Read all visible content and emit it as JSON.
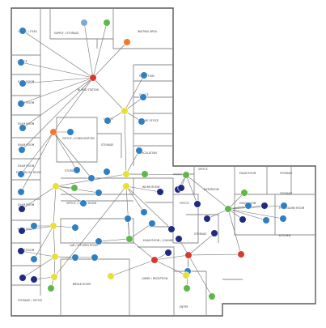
{
  "colors": {
    "background": "#ffffff",
    "wall": "#5a5a5a",
    "edge": "#6e6e6e",
    "node_red": "#d63a2e",
    "node_orange": "#f07a2a",
    "node_yellow": "#e8df3a",
    "node_green": "#5cb848",
    "node_blue": "#2f7fc1",
    "node_navy": "#1f2a80",
    "node_lightblue": "#7fa8d8"
  },
  "rooms": [
    {
      "id": "r1",
      "label": "OFFICE / FILES"
    },
    {
      "id": "r2",
      "label": "SUPPLY / STORAGE"
    },
    {
      "id": "r3",
      "label": "WAITING AREA"
    },
    {
      "id": "r4",
      "label": "OFFICE"
    },
    {
      "id": "r5",
      "label": "EXAM ROOM"
    },
    {
      "id": "r6",
      "label": "EXAM ROOM"
    },
    {
      "id": "r7",
      "label": "EXAM ROOM"
    },
    {
      "id": "r8",
      "label": "EXAM ROOM"
    },
    {
      "id": "r9",
      "label": "EXAM ROOM"
    },
    {
      "id": "r10",
      "label": "ELECTRICAL ROOM"
    },
    {
      "id": "r11",
      "label": "NURSE STATION"
    },
    {
      "id": "r12",
      "label": "OFFICE / CONSULTATION"
    },
    {
      "id": "r13",
      "label": "OFFICE"
    },
    {
      "id": "r14",
      "label": "STORAGE"
    },
    {
      "id": "r15",
      "label": "RECEPTION"
    },
    {
      "id": "r16",
      "label": "OFFICE"
    },
    {
      "id": "r17",
      "label": "PHONE OFFICE"
    },
    {
      "id": "r18",
      "label": "CIRCULATION"
    },
    {
      "id": "r19",
      "label": "STORAGE"
    },
    {
      "id": "r20",
      "label": "OFFICE / LUNCH ROOM"
    },
    {
      "id": "r21",
      "label": "EXAM ROOM"
    },
    {
      "id": "r22",
      "label": "EXAM ROOM"
    },
    {
      "id": "r23",
      "label": "EXAM ROOM"
    },
    {
      "id": "r24",
      "label": "STORAGE / OFFICE"
    },
    {
      "id": "r25",
      "label": "LAB / KITCHEN ROOM"
    },
    {
      "id": "r26",
      "label": "BREAK ROOM"
    },
    {
      "id": "r27",
      "label": "WORK ROOM"
    },
    {
      "id": "r28",
      "label": "OFFICE"
    },
    {
      "id": "r29",
      "label": "STORAGE"
    },
    {
      "id": "r30",
      "label": "EXAM ROOM / LOUNGE"
    },
    {
      "id": "r31",
      "label": "LOBBY / RECEPTION"
    },
    {
      "id": "r32",
      "label": "OFFICE"
    },
    {
      "id": "r33",
      "label": "EXAM ROOM"
    },
    {
      "id": "r34",
      "label": "EXAM ROOM"
    },
    {
      "id": "r35",
      "label": "STORAGE"
    },
    {
      "id": "r36",
      "label": "BATHROOM"
    },
    {
      "id": "r37",
      "label": "STORAGE"
    },
    {
      "id": "r38",
      "label": "PROCEDURE ROOM"
    },
    {
      "id": "r39",
      "label": "KITCHEN"
    },
    {
      "id": "r40",
      "label": "ENTRY"
    }
  ],
  "nodes": [
    {
      "id": "n1",
      "color": "node_blue"
    },
    {
      "id": "n2",
      "color": "node_lightblue"
    },
    {
      "id": "n3",
      "color": "node_green"
    },
    {
      "id": "n4",
      "color": "node_orange"
    },
    {
      "id": "n5",
      "color": "node_blue"
    },
    {
      "id": "n6",
      "color": "node_blue"
    },
    {
      "id": "n7",
      "color": "node_red"
    },
    {
      "id": "n8",
      "color": "node_blue"
    },
    {
      "id": "n9",
      "color": "node_blue"
    },
    {
      "id": "n10",
      "color": "node_blue"
    },
    {
      "id": "n11",
      "color": "node_yellow"
    },
    {
      "id": "n12",
      "color": "node_blue"
    },
    {
      "id": "n13",
      "color": "node_blue"
    },
    {
      "id": "n14",
      "color": "node_orange"
    },
    {
      "id": "n15",
      "color": "node_blue"
    },
    {
      "id": "n16",
      "color": "node_blue"
    },
    {
      "id": "n17",
      "color": "node_blue"
    },
    {
      "id": "n18",
      "color": "node_blue"
    },
    {
      "id": "n19",
      "color": "node_blue"
    },
    {
      "id": "n20",
      "color": "node_blue"
    },
    {
      "id": "n21",
      "color": "node_blue"
    },
    {
      "id": "n22",
      "color": "node_yellow"
    },
    {
      "id": "n23",
      "color": "node_green"
    },
    {
      "id": "n24",
      "color": "node_blue"
    },
    {
      "id": "n25",
      "color": "node_blue"
    },
    {
      "id": "n26",
      "color": "node_green"
    },
    {
      "id": "n27",
      "color": "node_yellow"
    },
    {
      "id": "n28",
      "color": "node_green"
    },
    {
      "id": "n29",
      "color": "node_blue"
    },
    {
      "id": "n30",
      "color": "node_blue"
    },
    {
      "id": "n31",
      "color": "node_navy"
    },
    {
      "id": "n32",
      "color": "node_yellow"
    },
    {
      "id": "n33",
      "color": "node_blue"
    },
    {
      "id": "n34",
      "color": "node_blue"
    },
    {
      "id": "n35",
      "color": "node_navy"
    },
    {
      "id": "n36",
      "color": "node_yellow"
    },
    {
      "id": "n37",
      "color": "node_blue"
    },
    {
      "id": "n38",
      "color": "node_navy"
    },
    {
      "id": "n39",
      "color": "node_blue"
    },
    {
      "id": "n40",
      "color": "node_navy"
    },
    {
      "id": "n41",
      "color": "node_yellow"
    },
    {
      "id": "n42",
      "color": "node_blue"
    },
    {
      "id": "n43",
      "color": "node_navy"
    },
    {
      "id": "n44",
      "color": "node_green"
    },
    {
      "id": "n45",
      "color": "node_yellow"
    },
    {
      "id": "n46",
      "color": "node_navy"
    },
    {
      "id": "n47",
      "color": "node_blue"
    },
    {
      "id": "n48",
      "color": "node_navy"
    },
    {
      "id": "n49",
      "color": "node_blue"
    },
    {
      "id": "n50",
      "color": "node_blue"
    },
    {
      "id": "n51",
      "color": "node_green"
    },
    {
      "id": "n52",
      "color": "node_blue"
    },
    {
      "id": "n53",
      "color": "node_red"
    },
    {
      "id": "n54",
      "color": "node_red"
    },
    {
      "id": "n55",
      "color": "node_navy"
    },
    {
      "id": "n56",
      "color": "node_blue"
    },
    {
      "id": "n57",
      "color": "node_navy"
    },
    {
      "id": "n58",
      "color": "node_navy"
    },
    {
      "id": "n59",
      "color": "node_yellow"
    },
    {
      "id": "n60",
      "color": "node_yellow"
    },
    {
      "id": "n61",
      "color": "node_green"
    },
    {
      "id": "n62",
      "color": "node_navy"
    },
    {
      "id": "n63",
      "color": "node_green"
    },
    {
      "id": "n64",
      "color": "node_navy"
    },
    {
      "id": "n65",
      "color": "node_navy"
    },
    {
      "id": "n66",
      "color": "node_navy"
    },
    {
      "id": "n67",
      "color": "node_green"
    },
    {
      "id": "n68",
      "color": "node_green"
    },
    {
      "id": "n69",
      "color": "node_navy"
    },
    {
      "id": "n70",
      "color": "node_blue"
    },
    {
      "id": "n71",
      "color": "node_red"
    },
    {
      "id": "n72",
      "color": "node_navy"
    },
    {
      "id": "n73",
      "color": "node_blue"
    },
    {
      "id": "n74",
      "color": "node_blue"
    },
    {
      "id": "n75",
      "color": "node_blue"
    },
    {
      "id": "n76",
      "color": "node_green"
    }
  ],
  "edges": [
    [
      "n7",
      "n1"
    ],
    [
      "n7",
      "n2"
    ],
    [
      "n7",
      "n3"
    ],
    [
      "n7",
      "n4"
    ],
    [
      "n7",
      "n5"
    ],
    [
      "n7",
      "n6"
    ],
    [
      "n7",
      "n8"
    ],
    [
      "n7",
      "n9"
    ],
    [
      "n7",
      "n10"
    ],
    [
      "n7",
      "n11"
    ],
    [
      "n7",
      "n14"
    ],
    [
      "n11",
      "n12"
    ],
    [
      "n11",
      "n13"
    ],
    [
      "n11",
      "n16"
    ],
    [
      "n11",
      "n17"
    ],
    [
      "n11",
      "n22"
    ],
    [
      "n14",
      "n15"
    ],
    [
      "n14",
      "n18"
    ],
    [
      "n14",
      "n19"
    ],
    [
      "n14",
      "n20"
    ],
    [
      "n14",
      "n21"
    ],
    [
      "n22",
      "n23"
    ],
    [
      "n22",
      "n25"
    ],
    [
      "n22",
      "n26"
    ],
    [
      "n22",
      "n27"
    ],
    [
      "n27",
      "n28"
    ],
    [
      "n27",
      "n29"
    ],
    [
      "n27",
      "n30"
    ],
    [
      "n27",
      "n31"
    ],
    [
      "n27",
      "n32"
    ],
    [
      "n32",
      "n33"
    ],
    [
      "n32",
      "n34"
    ],
    [
      "n32",
      "n35"
    ],
    [
      "n32",
      "n36"
    ],
    [
      "n32",
      "n37"
    ],
    [
      "n36",
      "n38"
    ],
    [
      "n36",
      "n39"
    ],
    [
      "n36",
      "n40"
    ],
    [
      "n36",
      "n41"
    ],
    [
      "n36",
      "n42"
    ],
    [
      "n41",
      "n43"
    ],
    [
      "n41",
      "n44"
    ],
    [
      "n41",
      "n45"
    ],
    [
      "n45",
      "n46"
    ],
    [
      "n45",
      "n47"
    ],
    [
      "n45",
      "n48"
    ],
    [
      "n45",
      "n51"
    ],
    [
      "n51",
      "n49"
    ],
    [
      "n51",
      "n50"
    ],
    [
      "n51",
      "n52"
    ],
    [
      "n51",
      "n53"
    ],
    [
      "n53",
      "n54"
    ],
    [
      "n53",
      "n55"
    ],
    [
      "n53",
      "n59"
    ],
    [
      "n53",
      "n60"
    ],
    [
      "n54",
      "n56"
    ],
    [
      "n54",
      "n57"
    ],
    [
      "n54",
      "n58"
    ],
    [
      "n54",
      "n61"
    ],
    [
      "n54",
      "n71"
    ],
    [
      "n54",
      "n76"
    ],
    [
      "n26",
      "n62"
    ],
    [
      "n26",
      "n63"
    ],
    [
      "n26",
      "n64"
    ],
    [
      "n26",
      "n65"
    ],
    [
      "n63",
      "n66"
    ],
    [
      "n63",
      "n67"
    ],
    [
      "n67",
      "n68"
    ],
    [
      "n67",
      "n69"
    ],
    [
      "n67",
      "n70"
    ],
    [
      "n67",
      "n71"
    ],
    [
      "n67",
      "n72"
    ],
    [
      "n67",
      "n73"
    ],
    [
      "n67",
      "n74"
    ],
    [
      "n67",
      "n75"
    ]
  ]
}
